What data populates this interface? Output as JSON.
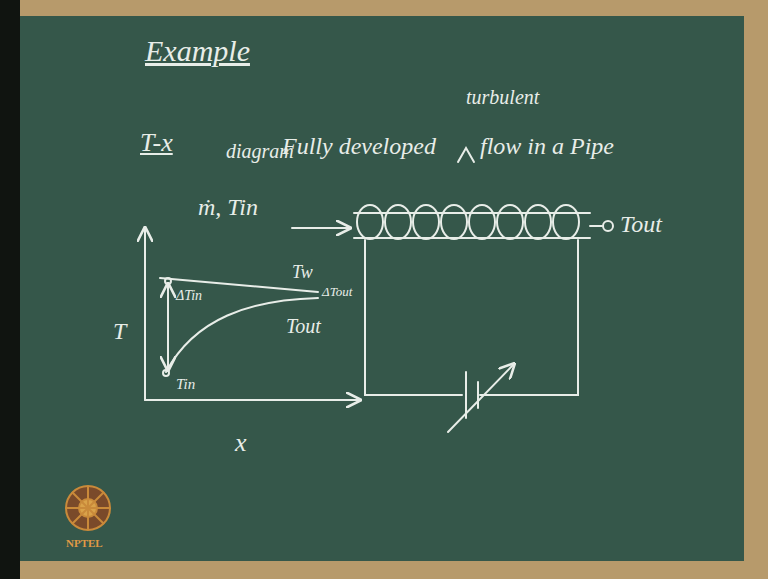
{
  "diagram": {
    "title": "Example",
    "labels": [
      "T-x",
      "diagram",
      "Fully developed",
      "turbulent",
      "flow in a Pipe",
      "ṁ, Tin",
      "Tout",
      "T",
      "x",
      "Tw",
      "ΔTin",
      "Tin",
      "ΔTout",
      "Tout",
      "NPTEL"
    ]
  }
}
